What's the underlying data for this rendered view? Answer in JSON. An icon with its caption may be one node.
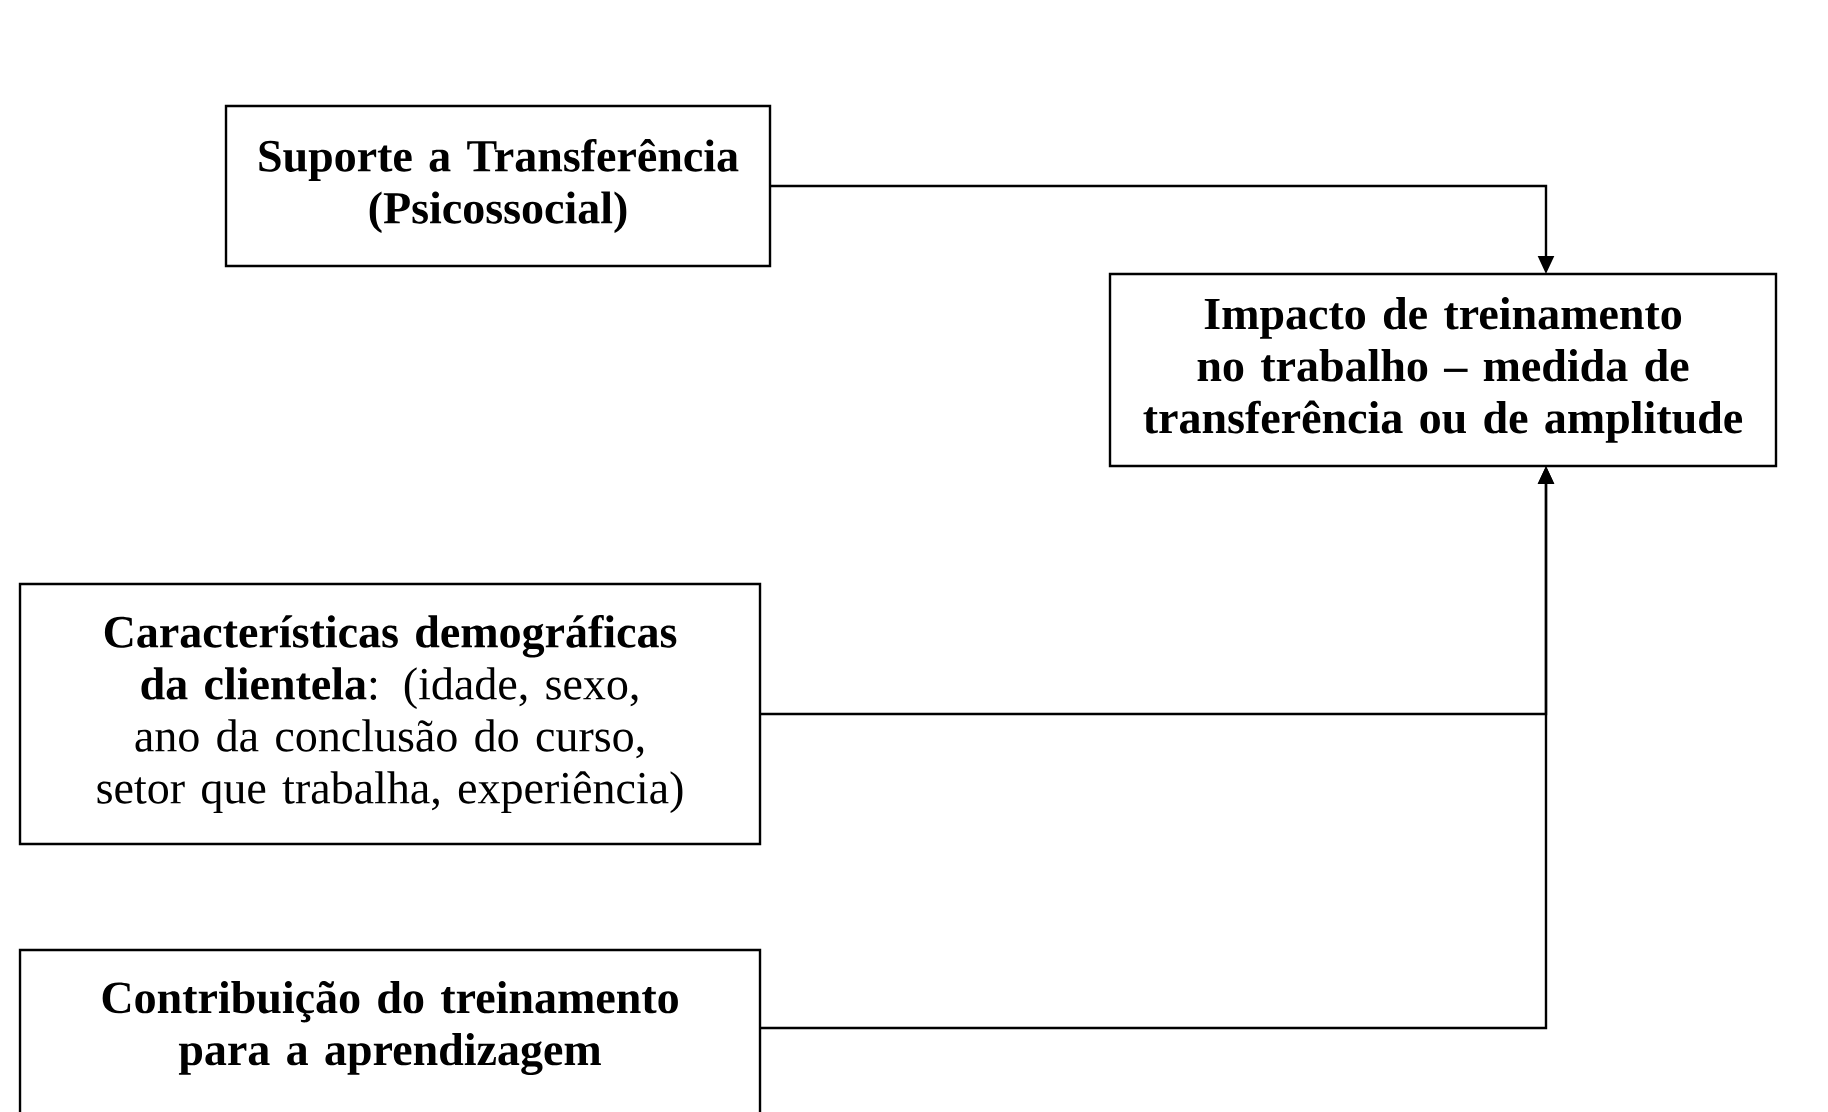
{
  "diagram": {
    "nodes": [
      {
        "text": [
          "Suporte a Transferência (Psicossocial)"
        ]
      },
      {
        "text": [
          "Impacto de treinamento no trabalho – medida de transferência ou de amplitude"
        ]
      },
      {
        "text": [
          "**Características demográficas da clientela**: (idade, sexo, ano da conclusão do curso, setor que trabalha, experiência)"
        ]
      },
      {
        "text": [
          "Contribuição do treinamento para a aprendizagem"
        ]
      }
    ],
    "edges": [
      {
        "from": 0,
        "to": 1,
        "arrow": "to"
      },
      {
        "from": 2,
        "to": 1,
        "arrow": "to"
      },
      {
        "from": 3,
        "to": 1,
        "arrow": "to"
      }
    ]
  }
}
